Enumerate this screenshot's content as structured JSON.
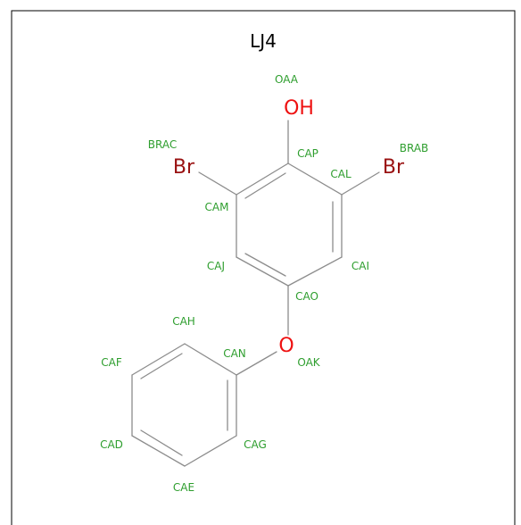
{
  "molecule": {
    "title": "LJ4",
    "colors": {
      "bond": "#8c8c8c",
      "label": "#2e9e2e",
      "oxygen": "#ee1111",
      "bromine": "#991111",
      "frame": "#000000",
      "background": "#ffffff"
    },
    "elements": [
      {
        "id": "OH",
        "text": "OH",
        "role": "oxygen"
      },
      {
        "id": "BR_L",
        "text": "Br",
        "role": "bromine"
      },
      {
        "id": "BR_R",
        "text": "Br",
        "role": "bromine"
      },
      {
        "id": "O_ETHER",
        "text": "O",
        "role": "oxygen"
      }
    ],
    "atom_labels": [
      {
        "id": "OAA",
        "text": "OAA"
      },
      {
        "id": "CAP",
        "text": "CAP"
      },
      {
        "id": "BRAC",
        "text": "BRAC"
      },
      {
        "id": "BRAB",
        "text": "BRAB"
      },
      {
        "id": "CAL",
        "text": "CAL"
      },
      {
        "id": "CAM",
        "text": "CAM"
      },
      {
        "id": "CAJ",
        "text": "CAJ"
      },
      {
        "id": "CAI",
        "text": "CAI"
      },
      {
        "id": "CAO",
        "text": "CAO"
      },
      {
        "id": "CAH",
        "text": "CAH"
      },
      {
        "id": "CAN",
        "text": "CAN"
      },
      {
        "id": "OAK",
        "text": "OAK"
      },
      {
        "id": "CAF",
        "text": "CAF"
      },
      {
        "id": "CAD",
        "text": "CAD"
      },
      {
        "id": "CAG",
        "text": "CAG"
      },
      {
        "id": "CAE",
        "text": "CAE"
      }
    ]
  }
}
